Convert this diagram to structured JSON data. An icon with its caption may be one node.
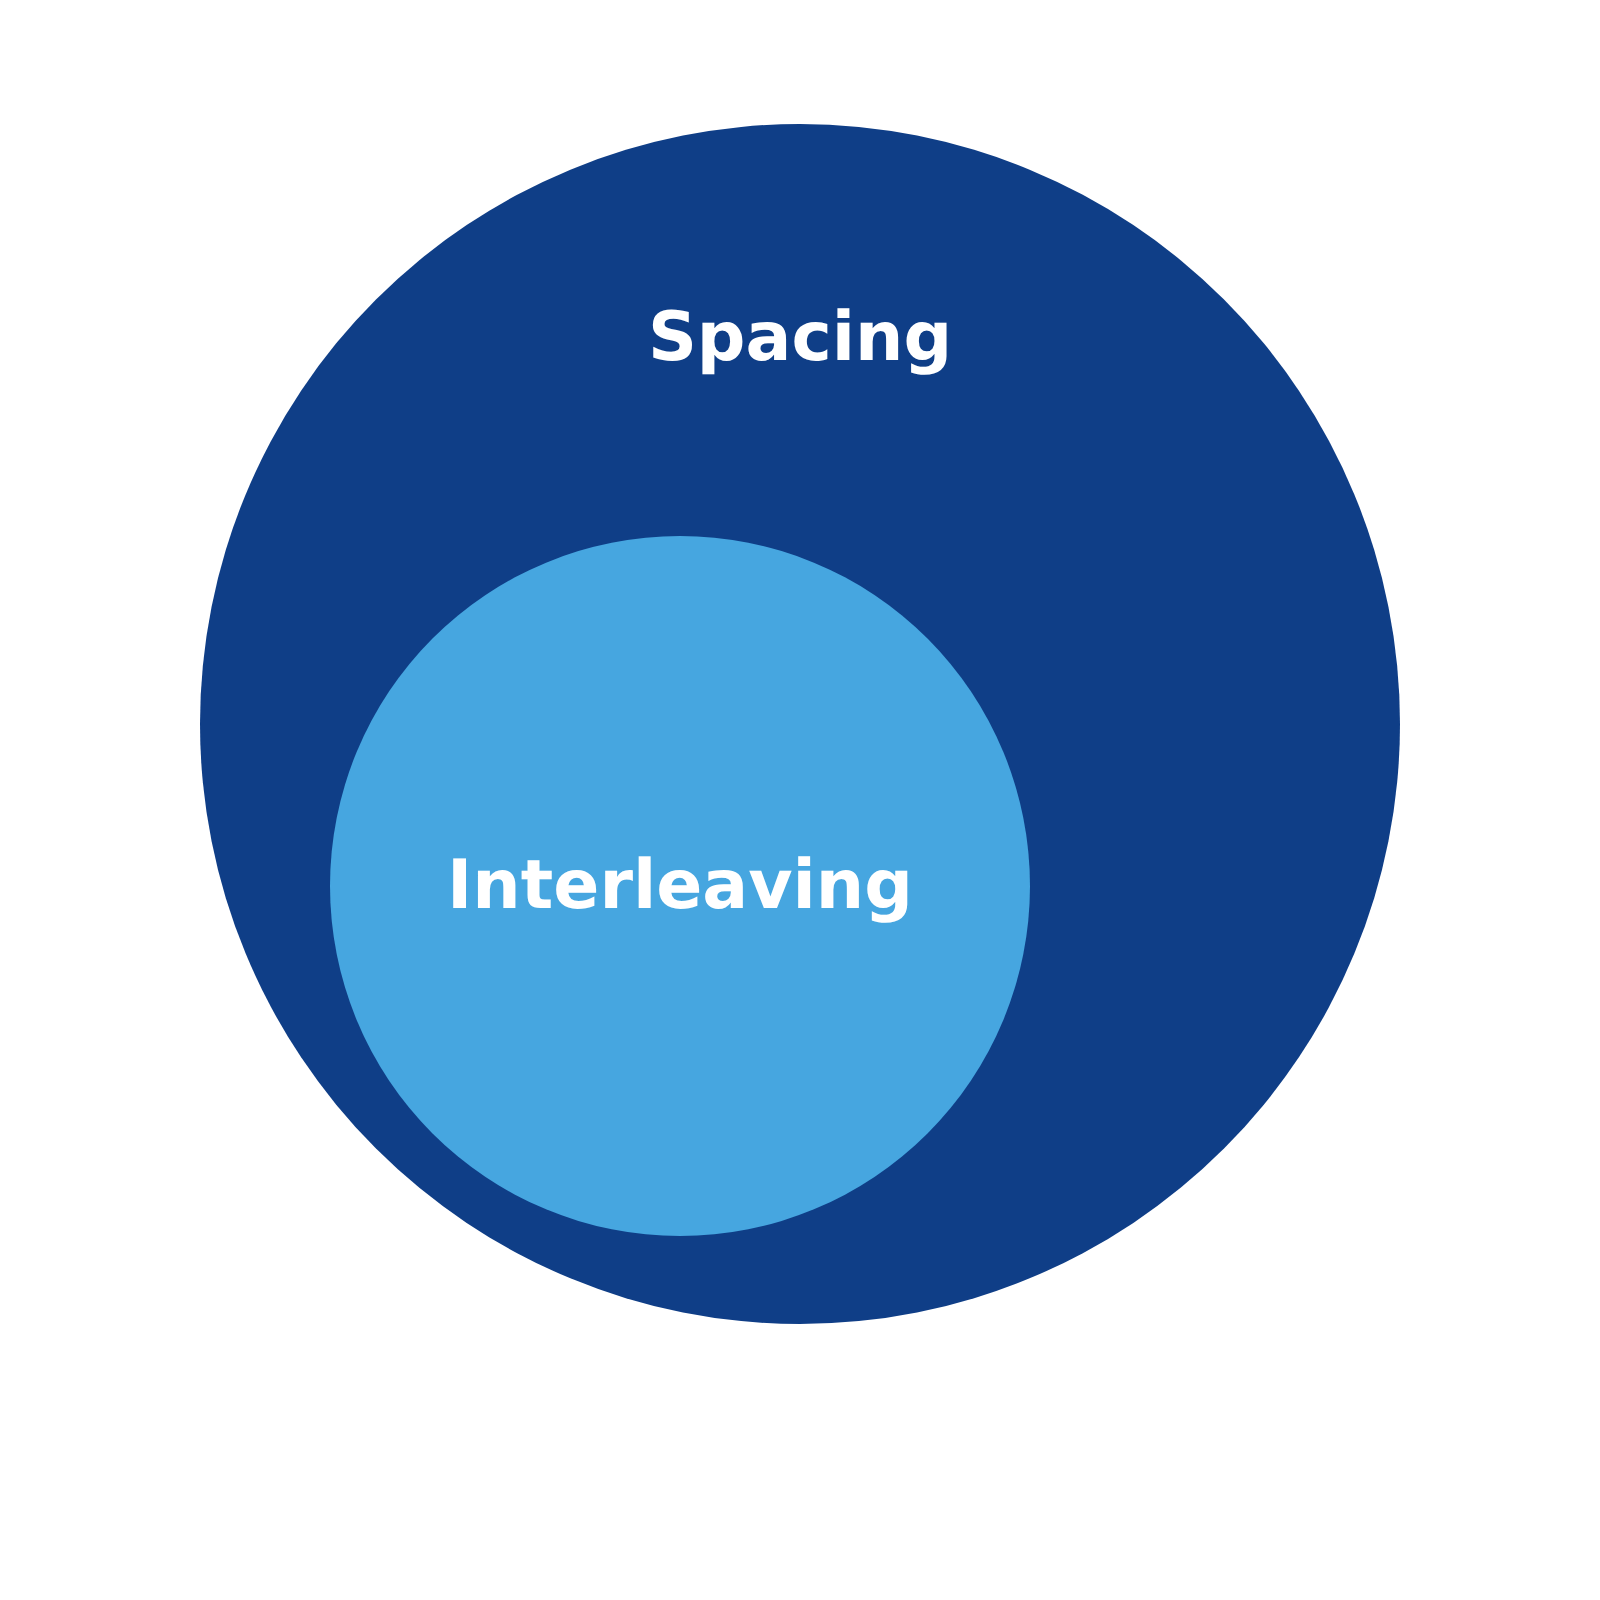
{
  "diagram": {
    "nodes": [
      {
        "text": [
          "Spacing"
        ]
      },
      {
        "text": [
          "Interleaving"
        ],
        "in": 0
      }
    ]
  }
}
